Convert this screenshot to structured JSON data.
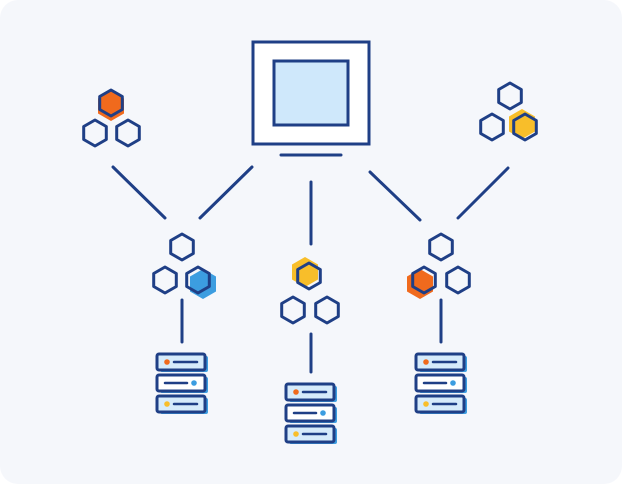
{
  "colors": {
    "background": "#f5f7fb",
    "stroke": "#1f3f86",
    "screen": "#cfe8fb",
    "orange": "#f06a1d",
    "yellow": "#f8be2a",
    "blue": "#3c9de0",
    "white": "#ffffff"
  },
  "nodes": [
    {
      "name": "computer-monitor",
      "type": "monitor"
    },
    {
      "name": "hexagon-cluster-top-left",
      "type": "hex-cluster",
      "accent": "orange"
    },
    {
      "name": "hexagon-cluster-top-right",
      "type": "hex-cluster",
      "accent": "yellow"
    },
    {
      "name": "hexagon-cluster-mid-left",
      "type": "hex-cluster",
      "accent": "blue"
    },
    {
      "name": "hexagon-cluster-mid-center",
      "type": "hex-cluster",
      "accent": "yellow"
    },
    {
      "name": "hexagon-cluster-mid-right",
      "type": "hex-cluster",
      "accent": "orange"
    },
    {
      "name": "server-rack-left",
      "type": "server"
    },
    {
      "name": "server-rack-center",
      "type": "server"
    },
    {
      "name": "server-rack-right",
      "type": "server"
    }
  ],
  "icons": [
    "monitor-icon",
    "hexagon-icon",
    "server-icon"
  ]
}
